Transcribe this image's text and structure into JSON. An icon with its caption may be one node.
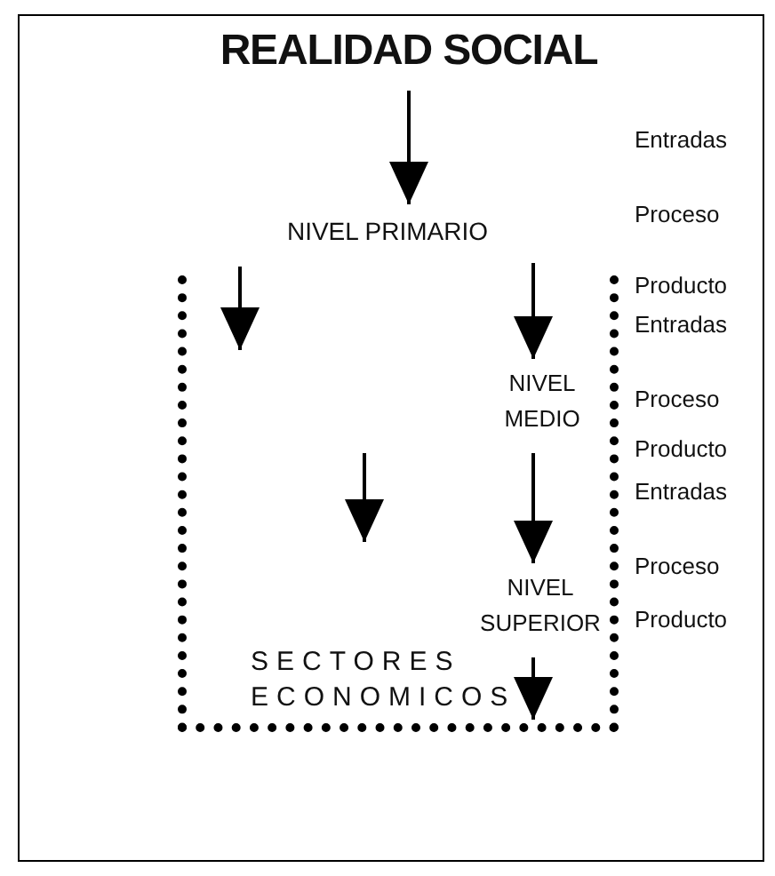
{
  "diagram": {
    "nodes": [
      {
        "text": [
          "REALIDAD SOCIAL"
        ]
      },
      {
        "text": [
          "NIVEL PRIMARIO"
        ]
      },
      {
        "text": [
          "SECTORES ECONOMICOS"
        ]
      },
      {
        "text": [
          "NIVEL MEDIO"
        ],
        "in": 2
      },
      {
        "text": [
          "NIVEL SUPERIOR"
        ],
        "in": 2
      }
    ],
    "edges": [
      {
        "from": 0,
        "to": 1,
        "arrow": "to"
      },
      {
        "from": 1,
        "to": 3,
        "arrow": "to"
      },
      {
        "from": 3,
        "to": 4,
        "arrow": "to"
      },
      {
        "from": 4,
        "to": 2,
        "arrow": "to"
      }
    ],
    "labels": [
      "Entradas",
      "Proceso",
      "Producto",
      "Entradas",
      "Proceso",
      "Producto",
      "Entradas",
      "Proceso",
      "Producto"
    ]
  }
}
